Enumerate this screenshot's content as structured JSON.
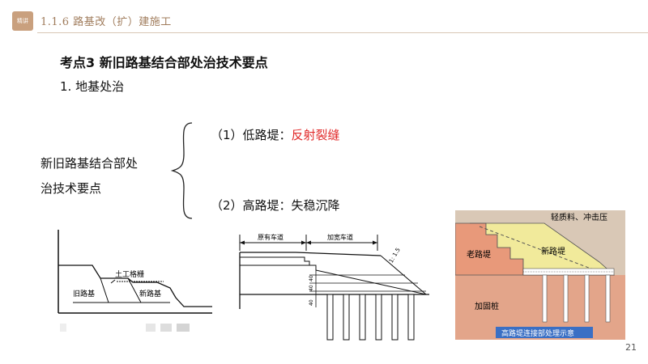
{
  "header": {
    "badge": "精讲",
    "section": "1.1.6 路基改（扩）建施工"
  },
  "main": {
    "title": "考点3 新旧路基结合部处治技术要点",
    "subtitle": "1. 地基处治",
    "brace_label_line1": "新旧路基结合部处",
    "brace_label_line2": "治技术要点",
    "items": [
      {
        "prefix": "（1）低路堤：",
        "value": "反射裂缝"
      },
      {
        "prefix": "（2）高路堤：失稳沉降",
        "value": ""
      }
    ]
  },
  "diagram1": {
    "geogrid": "土工格栅",
    "old": "旧路基",
    "new": "新路基"
  },
  "diagram2": {
    "orig_lane": "原有车道",
    "widen_lane": "加宽车道",
    "slope": "1: 1.5",
    "dims": [
      "40",
      "40",
      "40"
    ]
  },
  "diagram3": {
    "light_fill": "轻质料、冲击压",
    "old": "老路堤",
    "new": "新路堤",
    "pile": "加固桩",
    "caption": "高路堤连接部处理示意"
  },
  "footer": {
    "page": "21"
  }
}
